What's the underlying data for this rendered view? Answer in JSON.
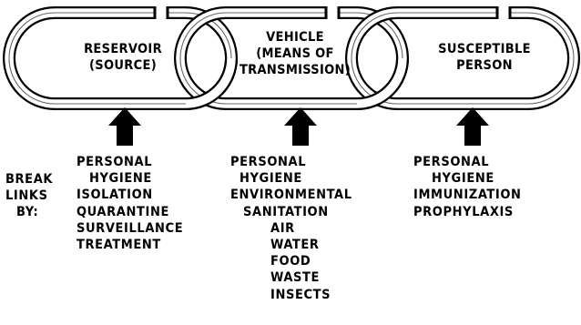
{
  "links": [
    {
      "lines": [
        "RESERVOIR",
        "(SOURCE)"
      ]
    },
    {
      "lines": [
        "VEHICLE",
        "(MEANS OF",
        "TRANSMISSION)"
      ]
    },
    {
      "lines": [
        "SUSCEPTIBLE",
        "PERSON"
      ]
    }
  ],
  "break_label": [
    "BREAK",
    "LINKS",
    "BY:"
  ],
  "columns": [
    {
      "items": [
        "PERSONAL",
        "HYGIENE",
        "ISOLATION",
        "QUARANTINE",
        "SURVEILLANCE",
        "TREATMENT"
      ]
    },
    {
      "items": [
        "PERSONAL",
        "HYGIENE",
        "ENVIRONMENTAL",
        "SANITATION",
        "AIR",
        "WATER",
        "FOOD",
        "WASTE",
        "INSECTS"
      ]
    },
    {
      "items": [
        "PERSONAL",
        "HYGIENE",
        "IMMUNIZATION",
        "PROPHYLAXIS"
      ]
    }
  ],
  "icons": {
    "link": "chain-link-icon",
    "arrow": "up-arrow-icon"
  },
  "colors": {
    "ink": "#000000",
    "background": "#ffffff"
  }
}
